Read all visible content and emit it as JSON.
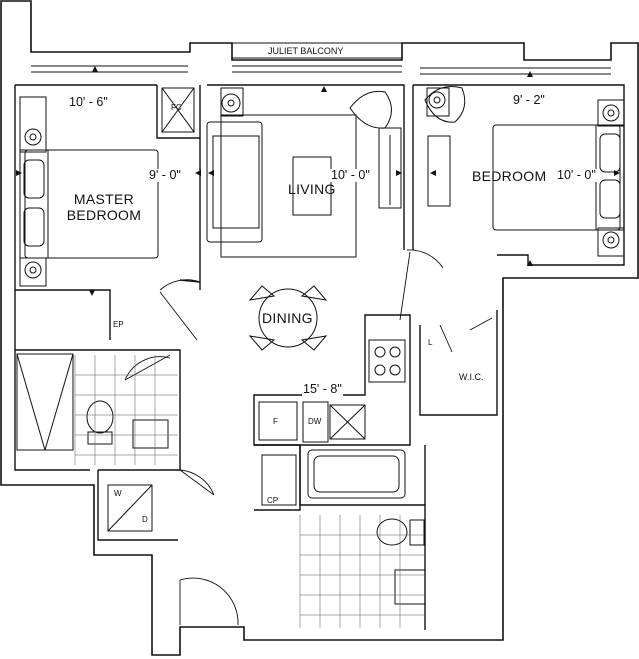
{
  "plan": {
    "juliet_balcony": "JULIET BALCONY",
    "rooms": {
      "master_bedroom": [
        "MASTER",
        "BEDROOM"
      ],
      "living": "LIVING",
      "bedroom": "BEDROOM",
      "dining": "DINING",
      "wic": "W.I.C."
    },
    "dimensions": {
      "master_width": "10' - 6\"",
      "master_depth": "9' - 0\"",
      "living_depth": "10' - 0\"",
      "bedroom_width": "9' - 2\"",
      "bedroom_depth": "10' - 0\"",
      "kitchen_length": "15' - 8\""
    },
    "tags": {
      "fc": "FC",
      "ep": "EP",
      "l": "L",
      "f": "F",
      "dw": "DW",
      "cp": "CP",
      "w": "W",
      "d": "D"
    }
  }
}
